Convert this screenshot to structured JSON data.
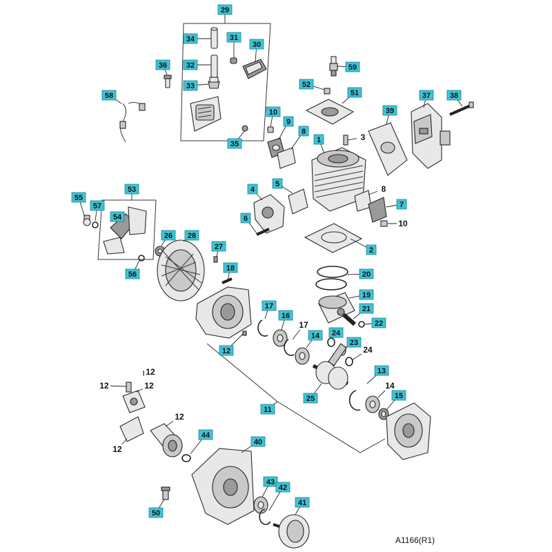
{
  "figure_ref": "A1166(R1)",
  "callouts": [
    {
      "key": "c29",
      "label": "29",
      "boxed": true
    },
    {
      "key": "c34",
      "label": "34",
      "boxed": true
    },
    {
      "key": "c31",
      "label": "31",
      "boxed": true
    },
    {
      "key": "c30",
      "label": "30",
      "boxed": true
    },
    {
      "key": "c36",
      "label": "36",
      "boxed": true
    },
    {
      "key": "c32",
      "label": "32",
      "boxed": true
    },
    {
      "key": "c33",
      "label": "33",
      "boxed": true
    },
    {
      "key": "c58",
      "label": "58",
      "boxed": true
    },
    {
      "key": "c35",
      "label": "35",
      "boxed": true
    },
    {
      "key": "c59",
      "label": "59",
      "boxed": true
    },
    {
      "key": "c52",
      "label": "52",
      "boxed": true
    },
    {
      "key": "c51",
      "label": "51",
      "boxed": true
    },
    {
      "key": "c37",
      "label": "37",
      "boxed": true
    },
    {
      "key": "c38",
      "label": "38",
      "boxed": true
    },
    {
      "key": "c39",
      "label": "39",
      "boxed": true
    },
    {
      "key": "c10a",
      "label": "10",
      "boxed": true
    },
    {
      "key": "c9",
      "label": "9",
      "boxed": true
    },
    {
      "key": "c8a",
      "label": "8",
      "boxed": true
    },
    {
      "key": "c3",
      "label": "3",
      "boxed": false
    },
    {
      "key": "c1",
      "label": "1",
      "boxed": true
    },
    {
      "key": "c53",
      "label": "53",
      "boxed": true
    },
    {
      "key": "c55",
      "label": "55",
      "boxed": true
    },
    {
      "key": "c57",
      "label": "57",
      "boxed": true
    },
    {
      "key": "c54",
      "label": "54",
      "boxed": true
    },
    {
      "key": "c4",
      "label": "4",
      "boxed": true
    },
    {
      "key": "c5",
      "label": "5",
      "boxed": true
    },
    {
      "key": "c8b",
      "label": "8",
      "boxed": false
    },
    {
      "key": "c7",
      "label": "7",
      "boxed": true
    },
    {
      "key": "c6",
      "label": "6",
      "boxed": true
    },
    {
      "key": "c10b",
      "label": "10",
      "boxed": false
    },
    {
      "key": "c2",
      "label": "2",
      "boxed": true
    },
    {
      "key": "c26",
      "label": "26",
      "boxed": true
    },
    {
      "key": "c28",
      "label": "28",
      "boxed": true
    },
    {
      "key": "c27",
      "label": "27",
      "boxed": true
    },
    {
      "key": "c56",
      "label": "56",
      "boxed": true
    },
    {
      "key": "c18",
      "label": "18",
      "boxed": true
    },
    {
      "key": "c20",
      "label": "20",
      "boxed": true
    },
    {
      "key": "c19",
      "label": "19",
      "boxed": true
    },
    {
      "key": "c21",
      "label": "21",
      "boxed": true
    },
    {
      "key": "c22",
      "label": "22",
      "boxed": true
    },
    {
      "key": "c17a",
      "label": "17",
      "boxed": true
    },
    {
      "key": "c16",
      "label": "16",
      "boxed": true
    },
    {
      "key": "c17b",
      "label": "17",
      "boxed": false
    },
    {
      "key": "c14a",
      "label": "14",
      "boxed": true
    },
    {
      "key": "c24a",
      "label": "24",
      "boxed": true
    },
    {
      "key": "c23",
      "label": "23",
      "boxed": true
    },
    {
      "key": "c24b",
      "label": "24",
      "boxed": false
    },
    {
      "key": "c12a",
      "label": "12",
      "boxed": true
    },
    {
      "key": "c13",
      "label": "13",
      "boxed": true
    },
    {
      "key": "c14b",
      "label": "14",
      "boxed": false
    },
    {
      "key": "c15",
      "label": "15",
      "boxed": true
    },
    {
      "key": "c25",
      "label": "25",
      "boxed": true
    },
    {
      "key": "c11",
      "label": "11",
      "boxed": true
    },
    {
      "key": "c12b",
      "label": "12",
      "boxed": false
    },
    {
      "key": "c12c",
      "label": "12",
      "boxed": false
    },
    {
      "key": "c12d",
      "label": "12",
      "boxed": false
    },
    {
      "key": "c12e",
      "label": "12",
      "boxed": false
    },
    {
      "key": "c12f",
      "label": "12",
      "boxed": false
    },
    {
      "key": "c44",
      "label": "44",
      "boxed": true
    },
    {
      "key": "c40",
      "label": "40",
      "boxed": true
    },
    {
      "key": "c43",
      "label": "43",
      "boxed": true
    },
    {
      "key": "c42",
      "label": "42",
      "boxed": true
    },
    {
      "key": "c41",
      "label": "41",
      "boxed": true
    },
    {
      "key": "c50",
      "label": "50",
      "boxed": true
    }
  ]
}
